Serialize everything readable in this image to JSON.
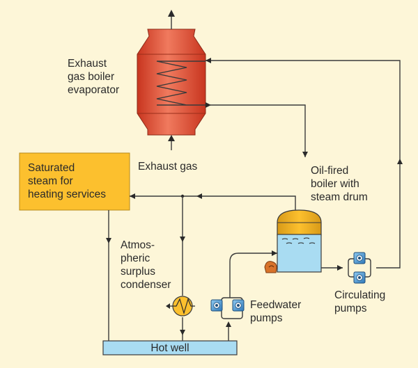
{
  "labels": {
    "evaporator": [
      "Exhaust",
      "gas boiler",
      "evaporator"
    ],
    "exhaust_gas": "Exhaust gas",
    "saturated_steam": [
      "Saturated",
      "steam for",
      "heating services"
    ],
    "oil_fired_boiler": [
      "Oil-fired",
      "boiler with",
      "steam drum"
    ],
    "condenser": [
      "Atmos-",
      "pheric",
      "surplus",
      "condenser"
    ],
    "feedwater_pumps": [
      "Feedwater",
      "pumps"
    ],
    "circulating_pumps": [
      "Circulating",
      "pumps"
    ],
    "hot_well": "Hot well"
  },
  "colors": {
    "background": "#fdf6d8",
    "evaporator_red": "#e5503a",
    "steam_box": "#fcc02e",
    "boiler_water": "#a9dcf2",
    "boiler_steam": "#fcc02e",
    "hot_well": "#a9dcf2",
    "pump_blue": "#4a9fd6",
    "pipe": "#3a3a3a"
  },
  "icons": [
    "exhaust-gas-boiler-evaporator-icon",
    "burner-icon",
    "condenser-coil-icon",
    "pump-icon"
  ]
}
